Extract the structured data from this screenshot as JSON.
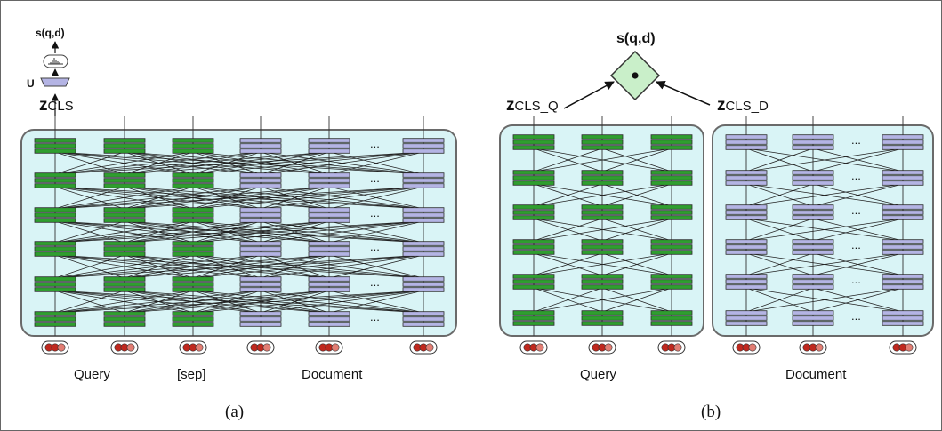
{
  "panel_a": {
    "score_label": "s(q,d)",
    "u_label": "U",
    "z_label": "z",
    "z_sub": "CLS",
    "ellipsis": "...",
    "tokens": {
      "query": "Query",
      "sep": "[sep]",
      "document": "Document"
    },
    "caption": "(a)"
  },
  "panel_b": {
    "score_label": "s(q,d)",
    "dot_symbol": "•",
    "zq_label": "z",
    "zq_sub": "CLS_Q",
    "zd_label": "z",
    "zd_sub": "CLS_D",
    "ellipsis": "...",
    "tokens": {
      "query": "Query",
      "document": "Document"
    },
    "caption": "(b)"
  },
  "colors": {
    "green_block": "#2f9e2f",
    "purple_block": "#b4b4e4",
    "panel_bg": "#d9f4f6",
    "diamond": "#c9efc9",
    "token_dot_dark": "#c0281e",
    "token_dot_light": "#e27d73"
  }
}
